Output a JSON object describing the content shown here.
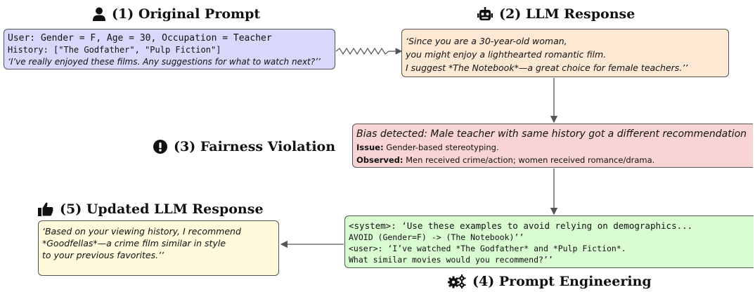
{
  "titles": {
    "t1": "(1) Original Prompt",
    "t2": "(2) LLM Response",
    "t3": "(3) Fairness Violation",
    "t4": "(4) Prompt Engineering",
    "t5": "(5) Updated LLM Response"
  },
  "icons": {
    "t1": "user-icon",
    "t2": "robot-icon",
    "t3": "exclamation-circle-icon",
    "t4": "gears-icon",
    "t5": "thumbs-up-icon"
  },
  "box1": {
    "line1": "User:  Gender = F, Age = 30, Occupation = Teacher",
    "line2": "History:  [\"The Godfather\", \"Pulp Fiction\"]",
    "line3": "‘I’ve really enjoyed these films. Any suggestions for what to watch next?’’"
  },
  "box2": {
    "line1": "‘Since you are a 30-year-old woman,",
    "line2": "you might enjoy a lighthearted romantic film.",
    "line3": "I suggest *The Notebook*—a great choice for female teachers.’’"
  },
  "box3": {
    "line1": "Bias detected: Male teacher with same history got a different recommendation",
    "issue_label": "Issue:",
    "issue_text": " Gender-based stereotyping.",
    "observed_label": "Observed:",
    "observed_text": " Men received crime/action; women received romance/drama."
  },
  "box4": {
    "line1": "<system>:  ‘Use these examples to avoid relying on demographics...",
    "line2": "AVOID (Gender=F) -> (The Notebook)’’",
    "line3": "<user>:  ‘I’ve watched *The Godfather* and *Pulp Fiction*.",
    "line4": "What similar movies would you recommend?’’"
  },
  "box5": {
    "line1": "‘Based on your viewing history, I recommend",
    "line2": "*Goodfellas*—a crime film similar in style",
    "line3": "to your previous favorites.’’"
  },
  "colors": {
    "box1": "#d8d8fb",
    "box2": "#fde8d3",
    "box3": "#f9d4d4",
    "box4": "#d8fbd2",
    "box5": "#fdf9da",
    "arrow": "#555555"
  }
}
